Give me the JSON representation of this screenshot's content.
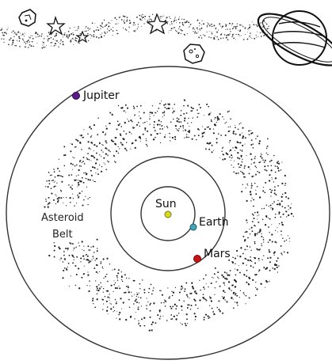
{
  "diagram": {
    "labels": {
      "jupiter": "Jupiter",
      "asteroid_belt_line1": "Asteroid",
      "asteroid_belt_line2": "Belt",
      "sun": "Sun",
      "earth": "Earth",
      "mars": "Mars"
    },
    "bodies": [
      {
        "name": "Sun",
        "color": "#d8d820"
      },
      {
        "name": "Earth",
        "color": "#3fa6b8"
      },
      {
        "name": "Mars",
        "color": "#c81414"
      },
      {
        "name": "Jupiter",
        "color": "#5a1a8a"
      }
    ],
    "decorations": [
      "asteroid-icon",
      "star-icon",
      "planet-ring-icon",
      "dust-trail"
    ]
  }
}
